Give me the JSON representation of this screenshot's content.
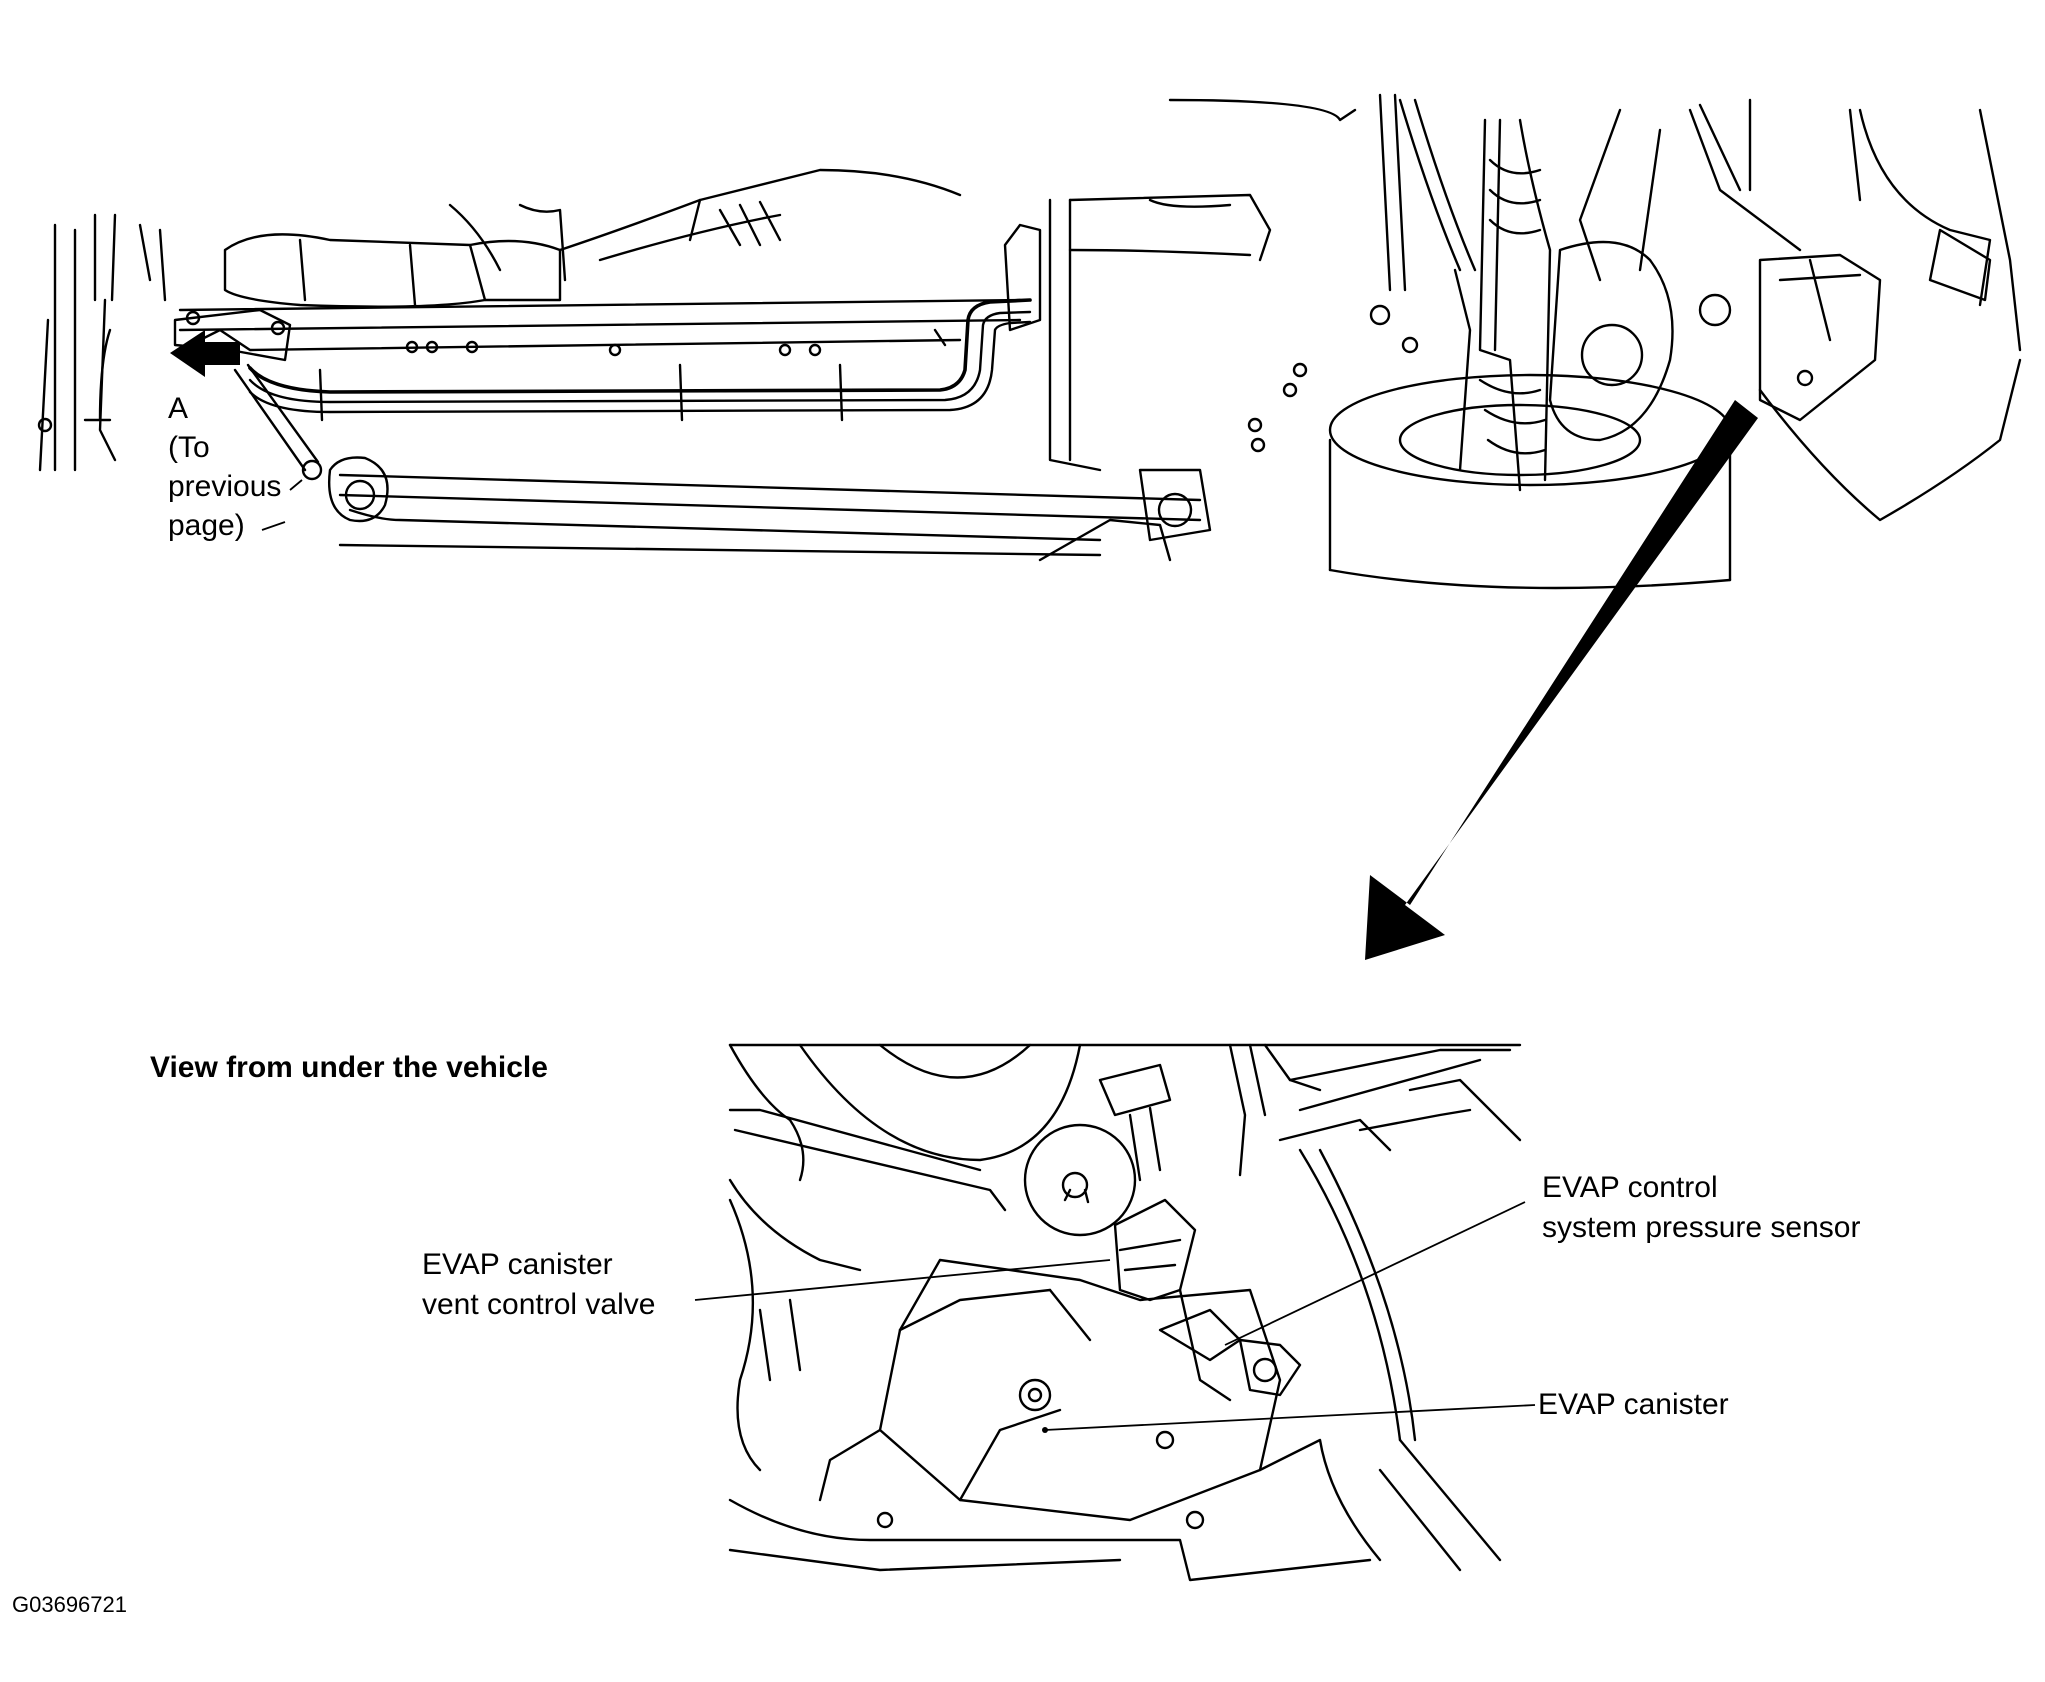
{
  "figure_id": "G03696721",
  "callout_A": {
    "letter": "A",
    "line1": "(To",
    "line2": "previous",
    "line3": "page)"
  },
  "detail_view": {
    "heading": "View from under the vehicle"
  },
  "labels": {
    "vent_valve_line1": "EVAP canister",
    "vent_valve_line2": "vent control valve",
    "pressure_sensor_line1": "EVAP control",
    "pressure_sensor_line2": "system pressure sensor",
    "canister": "EVAP canister"
  },
  "colors": {
    "line": "#000000",
    "background": "#ffffff"
  },
  "icons": [
    "arrow-left-icon",
    "zoom-arrow-icon"
  ]
}
